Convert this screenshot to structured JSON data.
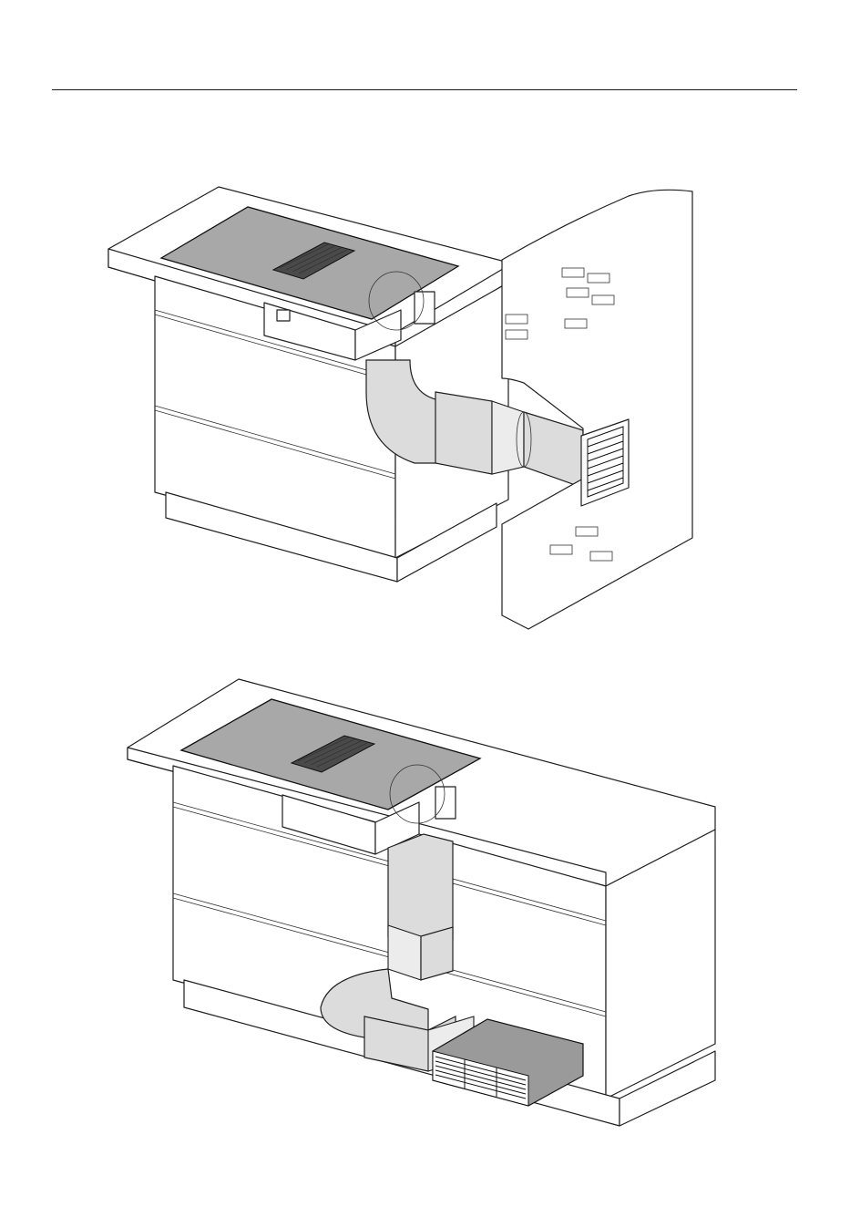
{
  "page": {
    "rule": "horizontal-rule"
  },
  "figures": [
    {
      "id": "wall-outlet-installation",
      "icon": "wall-ducting-illustration"
    },
    {
      "id": "plinth-outlet-installation",
      "icon": "plinth-ducting-illustration"
    }
  ],
  "colors": {
    "line": "#1f1f1f",
    "hob_surface": "#a8a8a8",
    "duct_fill": "#dcdcdc",
    "plinth_box": "#9a9a9a",
    "background": "#ffffff"
  }
}
